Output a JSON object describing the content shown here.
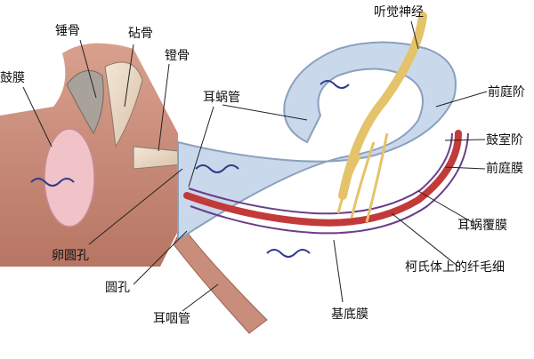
{
  "labels": {
    "tympanic_membrane": "鼓膜",
    "malleus": "锤骨",
    "incus": "砧骨",
    "stapes": "镫骨",
    "cochlear_duct": "耳蜗管",
    "auditory_nerve": "听觉神经",
    "scala_vestibuli": "前庭阶",
    "scala_tympani": "鼓室阶",
    "vestibular_membrane": "前庭膜",
    "tectorial_membrane": "耳蜗覆膜",
    "corti_hair_cells": "柯氏体上的纤毛细",
    "oval_window": "卵圆孔",
    "round_window": "圆孔",
    "eustachian_tube": "耳咽管",
    "basilar_membrane": "基底膜"
  },
  "colors": {
    "skin": "#c98d7c",
    "bone": "#ead9c7",
    "cochlea_fluid": "#c9d8ea",
    "duct_red": "#c23a3a",
    "membrane_purple": "#6b3d8a",
    "nerve_gold": "#e4c36a",
    "wave_blue": "#2d3a8c"
  }
}
